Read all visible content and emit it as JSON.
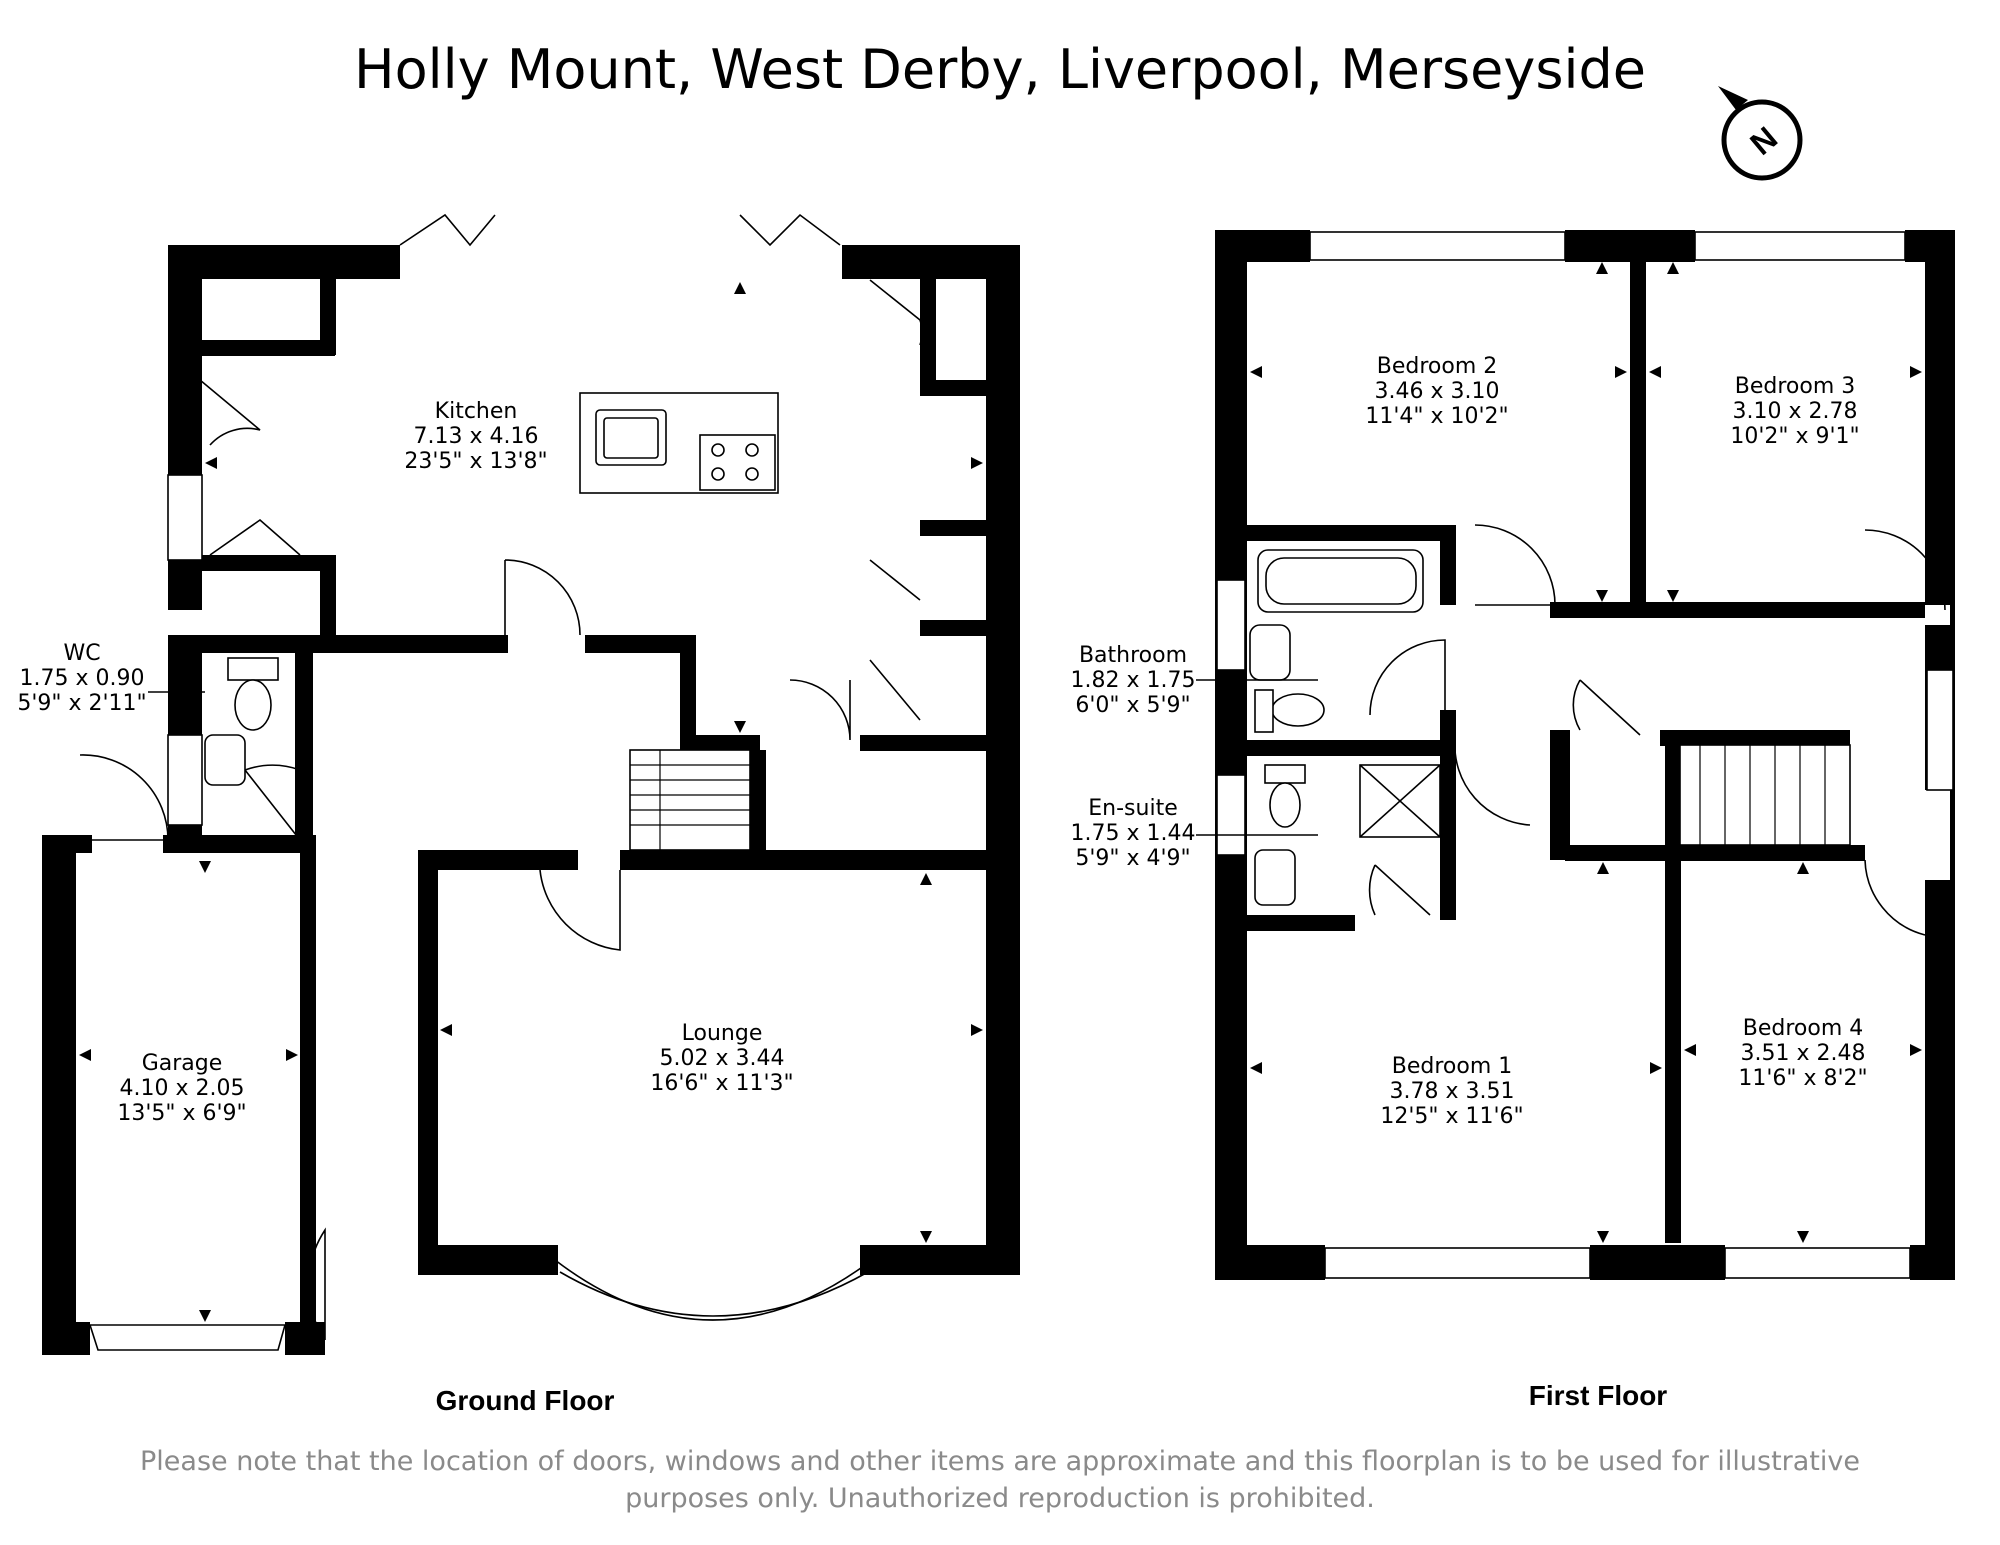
{
  "title": "Holly Mount, West Derby, Liverpool, Merseyside",
  "compass_label": "N",
  "floors": [
    {
      "label": "Ground Floor"
    },
    {
      "label": "First Floor"
    }
  ],
  "rooms": {
    "kitchen": {
      "name": "Kitchen",
      "metric": "7.13 x 4.16",
      "imperial": "23'5\" x 13'8\""
    },
    "wc": {
      "name": "WC",
      "metric": "1.75 x 0.90",
      "imperial": "5'9\" x 2'11\""
    },
    "garage": {
      "name": "Garage",
      "metric": "4.10 x 2.05",
      "imperial": "13'5\" x 6'9\""
    },
    "lounge": {
      "name": "Lounge",
      "metric": "5.02 x 3.44",
      "imperial": "16'6\" x 11'3\""
    },
    "bedroom2": {
      "name": "Bedroom 2",
      "metric": "3.46 x 3.10",
      "imperial": "11'4\" x 10'2\""
    },
    "bedroom3": {
      "name": "Bedroom 3",
      "metric": "3.10 x 2.78",
      "imperial": "10'2\" x 9'1\""
    },
    "bathroom": {
      "name": "Bathroom",
      "metric": "1.82 x 1.75",
      "imperial": "6'0\" x 5'9\""
    },
    "ensuite": {
      "name": "En-suite",
      "metric": "1.75 x 1.44",
      "imperial": "5'9\" x 4'9\""
    },
    "bedroom1": {
      "name": "Bedroom 1",
      "metric": "3.78 x 3.51",
      "imperial": "12'5\" x 11'6\""
    },
    "bedroom4": {
      "name": "Bedroom 4",
      "metric": "3.51 x 2.48",
      "imperial": "11'6\" x 8'2\""
    }
  },
  "disclaimer": {
    "line1": "Please note that the location of doors, windows and other items are approximate and this floorplan is to be used for illustrative",
    "line2": "purposes only. Unauthorized reproduction is prohibited."
  }
}
